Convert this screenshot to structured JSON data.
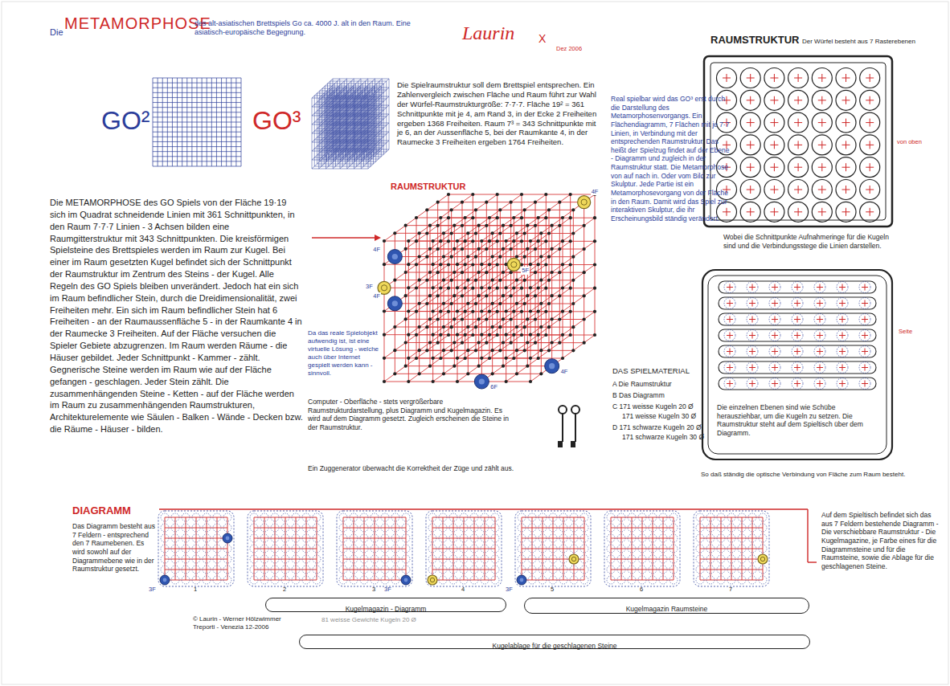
{
  "diagram": {
    "title": "METAMORPHOSE",
    "nodes": [
      {
        "text": [
          "Die einzelnen Ebenen sind wie Schübe herausziehbar, um die Kugeln zu setzen. Die Raumstruktur steht auf dem Spieltisch über dem Diagramm."
        ]
      },
      {
        "text": [
          "Kugelmagazin - Diagramm"
        ]
      },
      {
        "text": [
          "Kugelmagazin Raumsteine"
        ]
      },
      {
        "text": [
          "Kugelablage für die geschlagenen Steine"
        ]
      }
    ],
    "labels": [
      "Die",
      "des alt-asiatischen Brettspiels Go ca. 4000 J. alt in den Raum. Eine asiatisch-europäische Begegnung.",
      "GO²",
      "GO³",
      "Laurin",
      "X",
      "Dez 2006",
      "Die Spielraumstruktur soll dem Brettspiel entsprechen. Ein Zahlenvergleich zwischen Fläche und Raum führt zur Wahl der Würfel-Raumstrukturgröße: 7·7·7. Fläche 19² = 361 Schnittpunkte mit je 4, am Rand 3, in der Ecke 2 Freiheiten ergeben 1368 Freiheiten. Raum 7³ = 343 Schnittpunkte mit je 6, an der Aussenfläche 5, bei der Raumkante 4, in der Raumecke 3 Freiheiten ergeben 1764 Freiheiten.",
      "Die METAMORPHOSE des GO Spiels von der Fläche 19·19 sich im Quadrat schneidende Linien mit 361 Schnittpunkten, in den Raum 7·7·7 Linien - 3 Achsen bilden eine Raumgitterstruktur mit 343 Schnittpunkten. Die kreisförmigen Spielsteine des Brettspieles werden im Raum zur Kugel. Bei einer im Raum gesetzten Kugel befindet sich der Schnittpunkt der Raumstruktur im Zentrum des Steins - der Kugel. Alle Regeln des GO Spiels bleiben unverändert. Jedoch hat ein sich im Raum befindlicher Stein, durch die Dreidimensionalität, zwei Freiheiten mehr. Ein sich im Raum befindlicher Stein hat 6 Freiheiten - an der Raumaussenfläche 5 - in der Raumkante 4 in der Raumecke 3 Freiheiten. Auf der Fläche versuchen die Spieler Gebiete abzugrenzen. Im Raum werden Räume - die Häuser gebildet. Jeder Schnittpunkt - Kammer - zählt. Gegnerische Steine werden im Raum wie auf der Fläche gefangen - geschlagen. Jeder Stein zählt. Die zusammenhängenden Steine - Ketten - auf der Fläche werden im Raum zu zusammenhängenden Raumstrukturen, Architekturelemente wie Säulen - Balken - Wände - Decken bzw. die Räume - Häuser - bilden.",
      "RAUMSTRUKTUR",
      "Real spielbar wird das GO³ erst durch die Darstellung des Metamorphosenvorgangs. Ein Flächendiagramm, 7 Flächen mit je 7·7 Linien, in Verbindung mit der entsprechenden Raumstruktur. Das heißt der Spielzug findet auf der Ebene - Diagramm und zugleich in der Raumstruktur statt. Die Metamorphose von auf nach in. Oder vom Bild zur Skulptur. Jede Partie ist ein Metamorphosevorgang von der Fläche in den Raum. Damit wird das Spiel zur interaktiven Skulptur, die ihr Erscheinungsbild ständig verändert.",
      "Da das reale Spielobjekt aufwendig ist, ist eine virtuelle Lösung - welche auch über Internet gespielt werden kann - sinnvoll.",
      "Computer - Oberfläche - stets vergrößerbare Raumstrukturdarstellung, plus Diagramm und Kugelmagazin. Es wird auf dem Diagramm gesetzt. Zugleich erscheinen die Steine in der Raumstruktur.",
      "Ein Zuggenerator überwacht die Korrektheit der Züge und zählt aus.",
      "DAS SPIELMATERIAL",
      "A Die Raumstruktur",
      "B Das Diagramm",
      "C 171 weisse Kugeln 20 Ø",
      "171 weisse Kugeln 30 Ø",
      "D 171 schwarze Kugeln 20 Ø",
      "171 schwarze Kugeln 30 Ø",
      "RAUMSTRUKTUR",
      "Der Würfel besteht aus 7 Rasterebenen",
      "von oben",
      "Wobei die Schnittpunkte Aufnahmeringe für die Kugeln sind und die Verbindungsstege die Linien darstellen.",
      "Seite",
      "So daß ständig die optische Verbindung von Fläche zum Raum besteht.",
      "DIAGRAMM",
      "Das Diagramm besteht aus 7 Feldern - entsprechend den 7 Raumebenen. Es wird sowohl auf der Diagrammebene wie in der Raumstruktur gesetzt.",
      "1",
      "2",
      "3",
      "4",
      "5",
      "6",
      "7",
      "3F",
      "3F",
      "3F",
      "© Laurin - Werner Hölzwimmer Treporti - Venezia 12-2006",
      "81 weisse Gewichte Kugeln 20 Ø",
      "Auf dem Spieltisch befindet sich das aus 7 Feldern bestehende Diagramm - Die verschiebbare Raumstruktur - Die Kugelmagazine, je Farbe eines für die Diagrammsteine und für die Raumsteine, sowie die Ablage für die geschlagenen Steine.",
      "4F",
      "3F",
      "4F",
      "4F",
      "5F",
      "6F",
      "4F"
    ]
  }
}
